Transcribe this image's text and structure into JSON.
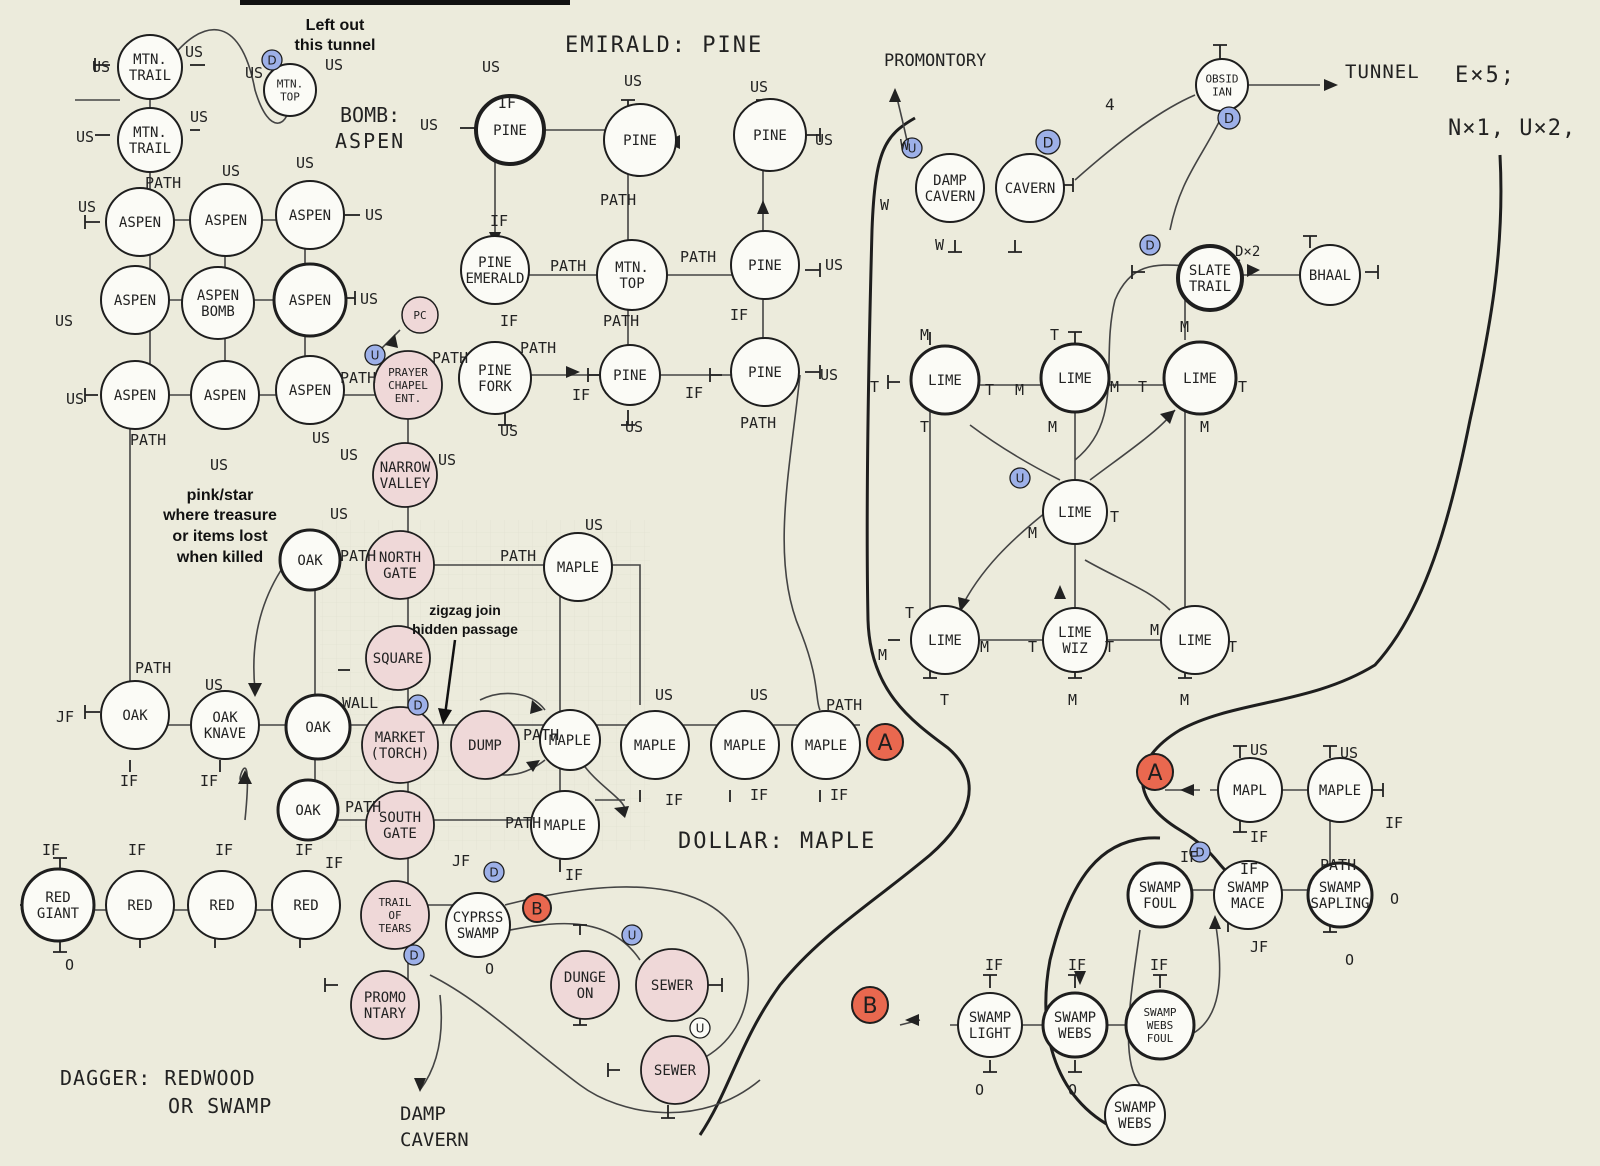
{
  "colors": {
    "paper": "#ecebdc",
    "grid": "#d9d8c8",
    "ink": "#1e1e1e",
    "pink_room": "#efd8d8",
    "white_room": "#fbfbf6",
    "marker_blue": "#9db0e8",
    "marker_red": "#e9684f"
  },
  "headings": {
    "emerald_pine": "EMIRALD: PINE",
    "bomb_aspen_1": "BOMB:",
    "bomb_aspen_2": "ASPEN",
    "dollar_maple": "DOLLAR: MAPLE",
    "dagger_1": "DAGGER: REDWOOD",
    "dagger_2": "OR SWAMP",
    "promontory": "PROMONTORY",
    "tunnel": "TUNNEL",
    "tunnel_formula_1": "E×5;",
    "tunnel_formula_2": "N×1, U×2,",
    "damp_cavern_1": "DAMP",
    "damp_cavern_2": "CAVERN",
    "slate_dx2": "D×2",
    "obsidian_dx4": "4"
  },
  "annotations": {
    "left_out_1": "Left out",
    "left_out_2": "this tunnel",
    "pink_1": "pink/star",
    "pink_2": "where treasure",
    "pink_3": "or items lost",
    "pink_4": "when killed",
    "zigzag_1": "zigzag join",
    "zigzag_2": "hidden passage"
  },
  "rooms": [
    {
      "id": "mtn-trail-1",
      "label": [
        "MTN.",
        "TRAIL"
      ],
      "kind": "white"
    },
    {
      "id": "mtn-top-1",
      "label": [
        "MTN.",
        "TOP"
      ],
      "kind": "white"
    },
    {
      "id": "mtn-trail-2",
      "label": [
        "MTN.",
        "TRAIL"
      ],
      "kind": "white"
    },
    {
      "id": "aspen-a1",
      "label": [
        "ASPEN"
      ],
      "kind": "white"
    },
    {
      "id": "aspen-a2",
      "label": [
        "ASPEN"
      ],
      "kind": "white"
    },
    {
      "id": "aspen-a3",
      "label": [
        "ASPEN"
      ],
      "kind": "white"
    },
    {
      "id": "aspen-b1",
      "label": [
        "ASPEN"
      ],
      "kind": "white"
    },
    {
      "id": "aspen-bomb",
      "label": [
        "ASPEN",
        "BOMB"
      ],
      "kind": "white"
    },
    {
      "id": "aspen-b3",
      "label": [
        "ASPEN"
      ],
      "kind": "white"
    },
    {
      "id": "aspen-c1",
      "label": [
        "ASPEN"
      ],
      "kind": "white"
    },
    {
      "id": "aspen-c2",
      "label": [
        "ASPEN"
      ],
      "kind": "white"
    },
    {
      "id": "aspen-c3",
      "label": [
        "ASPEN"
      ],
      "kind": "white"
    },
    {
      "id": "pc",
      "label": [
        "PC"
      ],
      "kind": "pink"
    },
    {
      "id": "prayer-chapel",
      "label": [
        "PRAYER",
        "CHAPEL",
        "ENT."
      ],
      "kind": "pink"
    },
    {
      "id": "narrow-valley",
      "label": [
        "NARROW",
        "VALLEY"
      ],
      "kind": "pink"
    },
    {
      "id": "pine-bold",
      "label": [
        "PINE"
      ],
      "kind": "bold"
    },
    {
      "id": "pine-2",
      "label": [
        "PINE"
      ],
      "kind": "white"
    },
    {
      "id": "pine-3",
      "label": [
        "PINE"
      ],
      "kind": "white"
    },
    {
      "id": "pine-emerald",
      "label": [
        "PINE",
        "EMERALD"
      ],
      "kind": "white"
    },
    {
      "id": "mtn-top-2",
      "label": [
        "MTN.",
        "TOP"
      ],
      "kind": "white"
    },
    {
      "id": "pine-4",
      "label": [
        "PINE"
      ],
      "kind": "white"
    },
    {
      "id": "pine-fork",
      "label": [
        "PINE",
        "FORK"
      ],
      "kind": "white"
    },
    {
      "id": "pine-5",
      "label": [
        "PINE"
      ],
      "kind": "white"
    },
    {
      "id": "pine-6",
      "label": [
        "PINE"
      ],
      "kind": "white"
    },
    {
      "id": "oak-1",
      "label": [
        "OAK"
      ],
      "kind": "white"
    },
    {
      "id": "north-gate",
      "label": [
        "NORTH",
        "GATE"
      ],
      "kind": "pink"
    },
    {
      "id": "maple-top",
      "label": [
        "MAPLE"
      ],
      "kind": "white"
    },
    {
      "id": "square",
      "label": [
        "SQUARE"
      ],
      "kind": "pink"
    },
    {
      "id": "oak-2",
      "label": [
        "OAK"
      ],
      "kind": "white"
    },
    {
      "id": "oak-knave",
      "label": [
        "OAK",
        "KNAVE"
      ],
      "kind": "white"
    },
    {
      "id": "oak-3",
      "label": [
        "OAK"
      ],
      "kind": "white"
    },
    {
      "id": "market",
      "label": [
        "MARKET",
        "(TORCH)"
      ],
      "kind": "pink"
    },
    {
      "id": "dump",
      "label": [
        "DUMP"
      ],
      "kind": "pink"
    },
    {
      "id": "maple-m1",
      "label": [
        "MAPLE"
      ],
      "kind": "white"
    },
    {
      "id": "maple-m2",
      "label": [
        "MAPLE"
      ],
      "kind": "white"
    },
    {
      "id": "maple-m3",
      "label": [
        "MAPLE"
      ],
      "kind": "white"
    },
    {
      "id": "maple-m4",
      "label": [
        "MAPLE"
      ],
      "kind": "white"
    },
    {
      "id": "oak-4",
      "label": [
        "OAK"
      ],
      "kind": "white"
    },
    {
      "id": "south-gate",
      "label": [
        "SOUTH",
        "GATE"
      ],
      "kind": "pink"
    },
    {
      "id": "maple-low",
      "label": [
        "MAPLE"
      ],
      "kind": "white"
    },
    {
      "id": "red-giant",
      "label": [
        "RED",
        "GIANT"
      ],
      "kind": "white"
    },
    {
      "id": "red-1",
      "label": [
        "RED"
      ],
      "kind": "white"
    },
    {
      "id": "red-2",
      "label": [
        "RED"
      ],
      "kind": "white"
    },
    {
      "id": "red-3",
      "label": [
        "RED"
      ],
      "kind": "white"
    },
    {
      "id": "trail-of-tears",
      "label": [
        "TRAIL",
        "OF",
        "TEARS"
      ],
      "kind": "pink"
    },
    {
      "id": "cypress-swamp",
      "label": [
        "CYPRSS",
        "SWAMP"
      ],
      "kind": "white"
    },
    {
      "id": "promontory-room",
      "label": [
        "PROMO",
        "NTARY"
      ],
      "kind": "pink"
    },
    {
      "id": "dungeon",
      "label": [
        "DUNGE",
        "ON"
      ],
      "kind": "pink"
    },
    {
      "id": "sewer-1",
      "label": [
        "SEWER"
      ],
      "kind": "pink"
    },
    {
      "id": "sewer-2",
      "label": [
        "SEWER"
      ],
      "kind": "pink"
    },
    {
      "id": "damp-cavern-room",
      "label": [
        "DAMP",
        "CAVERN"
      ],
      "kind": "white"
    },
    {
      "id": "cavern",
      "label": [
        "CAVERN"
      ],
      "kind": "white"
    },
    {
      "id": "obsidian",
      "label": [
        "OBSID",
        "IAN"
      ],
      "kind": "white"
    },
    {
      "id": "slate-trail",
      "label": [
        "SLATE",
        "TRAIL"
      ],
      "kind": "bold"
    },
    {
      "id": "bhaal",
      "label": [
        "BHAAL"
      ],
      "kind": "white"
    },
    {
      "id": "lime-1",
      "label": [
        "LIME"
      ],
      "kind": "white"
    },
    {
      "id": "lime-2",
      "label": [
        "LIME"
      ],
      "kind": "white"
    },
    {
      "id": "lime-3",
      "label": [
        "LIME"
      ],
      "kind": "white"
    },
    {
      "id": "lime-center",
      "label": [
        "LIME"
      ],
      "kind": "white"
    },
    {
      "id": "lime-4",
      "label": [
        "LIME"
      ],
      "kind": "white"
    },
    {
      "id": "lime-wiz",
      "label": [
        "LIME",
        "WIZ"
      ],
      "kind": "white"
    },
    {
      "id": "lime-5",
      "label": [
        "LIME"
      ],
      "kind": "white"
    },
    {
      "id": "mapl-east-1",
      "label": [
        "MAPL"
      ],
      "kind": "white"
    },
    {
      "id": "maple-east-2",
      "label": [
        "MAPLE"
      ],
      "kind": "white"
    },
    {
      "id": "swamp-foul",
      "label": [
        "SWAMP",
        "FOUL"
      ],
      "kind": "white"
    },
    {
      "id": "swamp-mace",
      "label": [
        "SWAMP",
        "MACE"
      ],
      "kind": "white"
    },
    {
      "id": "swamp-sapling",
      "label": [
        "SWAMP",
        "SAPLING"
      ],
      "kind": "white"
    },
    {
      "id": "swamp-light",
      "label": [
        "SWAMP",
        "LIGHT"
      ],
      "kind": "white"
    },
    {
      "id": "swamp-webs-1",
      "label": [
        "SWAMP",
        "WEBS"
      ],
      "kind": "white"
    },
    {
      "id": "swamp-webs-foul",
      "label": [
        "SWAMP",
        "WEBS",
        "FOUL"
      ],
      "kind": "white"
    },
    {
      "id": "swamp-webs-2",
      "label": [
        "SWAMP",
        "WEBS"
      ],
      "kind": "white"
    }
  ],
  "markers": [
    {
      "id": "a-west",
      "letter": "A",
      "kind": "red"
    },
    {
      "id": "a-east",
      "letter": "A",
      "kind": "red"
    },
    {
      "id": "b-west",
      "letter": "B",
      "kind": "red"
    },
    {
      "id": "b-east",
      "letter": "B",
      "kind": "red"
    },
    {
      "id": "d-mtn",
      "letter": "D",
      "kind": "blue"
    },
    {
      "id": "u-prayer",
      "letter": "U",
      "kind": "blue"
    },
    {
      "id": "d-market",
      "letter": "D",
      "kind": "blue"
    },
    {
      "id": "d-cypress",
      "letter": "D",
      "kind": "blue"
    },
    {
      "id": "u-sewer",
      "letter": "U",
      "kind": "blue"
    },
    {
      "id": "d-promo",
      "letter": "D",
      "kind": "blue"
    },
    {
      "id": "u-damp",
      "letter": "U",
      "kind": "blue"
    },
    {
      "id": "d-cavern",
      "letter": "D",
      "kind": "blue"
    },
    {
      "id": "d-obsidian",
      "letter": "D",
      "kind": "blue"
    },
    {
      "id": "d-slate",
      "letter": "D",
      "kind": "blue"
    },
    {
      "id": "u-lime",
      "letter": "U",
      "kind": "blue"
    },
    {
      "id": "d-swamp",
      "letter": "D",
      "kind": "blue"
    },
    {
      "id": "u-sewer2",
      "letter": "U",
      "kind": "white"
    }
  ],
  "exit_labels": [
    "US",
    "IF",
    "PATH",
    "M",
    "T",
    "W",
    "O",
    "I",
    "JF",
    "WALL"
  ]
}
